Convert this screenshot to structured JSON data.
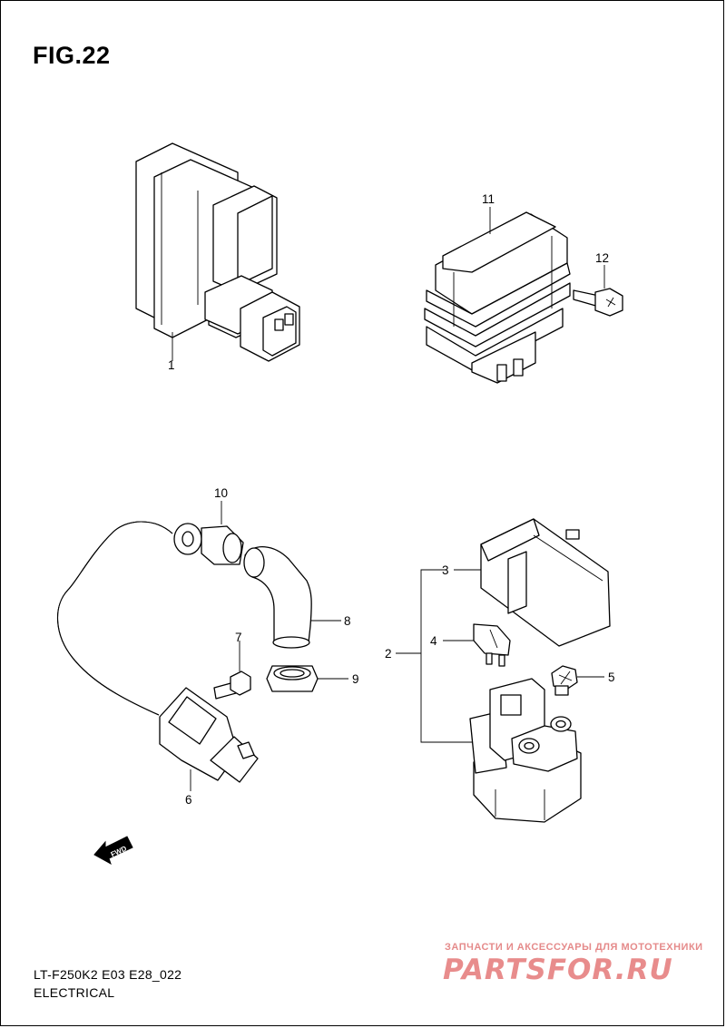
{
  "figure": {
    "title": "FIG.22"
  },
  "callouts": [
    {
      "id": "callout-1",
      "label": "1"
    },
    {
      "id": "callout-2",
      "label": "2"
    },
    {
      "id": "callout-3",
      "label": "3"
    },
    {
      "id": "callout-4",
      "label": "4"
    },
    {
      "id": "callout-5",
      "label": "5"
    },
    {
      "id": "callout-6",
      "label": "6"
    },
    {
      "id": "callout-7",
      "label": "7"
    },
    {
      "id": "callout-8",
      "label": "8"
    },
    {
      "id": "callout-9",
      "label": "9"
    },
    {
      "id": "callout-10",
      "label": "10"
    },
    {
      "id": "callout-11",
      "label": "11"
    },
    {
      "id": "callout-12",
      "label": "12"
    }
  ],
  "direction_marker": {
    "label": "FWD"
  },
  "footer": {
    "model_code": "LT-F250K2 E03 E28_022",
    "section": "ELECTRICAL"
  },
  "watermark": {
    "tagline": "ЗАПЧАСТИ И АКСЕССУАРЫ ДЛЯ МОТОТЕХНИКИ",
    "logo": "PARTSFOR.RU"
  }
}
